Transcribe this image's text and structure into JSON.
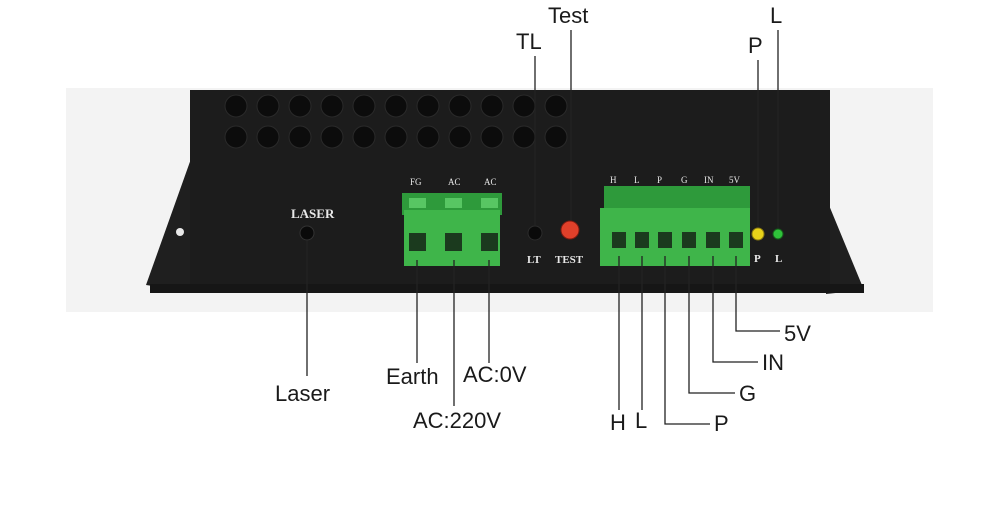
{
  "device": {
    "panel_labels": {
      "laser": "LASER",
      "lt": "LT",
      "test": "TEST",
      "p": "P",
      "l": "L",
      "power_terminals": [
        "FG",
        "AC",
        "AC"
      ],
      "signal_terminals": [
        "H",
        "L",
        "P",
        "G",
        "IN",
        "5V"
      ]
    },
    "led_colors": {
      "test_button": "#e0402a",
      "p_led": "#e8d21a",
      "l_led": "#2fc23a"
    },
    "terminal_color": "#3fb54a"
  },
  "callouts": {
    "test": "Test",
    "tl": "TL",
    "p_led": "P",
    "l_led": "L",
    "laser": "Laser",
    "earth": "Earth",
    "ac_220v": "AC:220V",
    "ac_0v": "AC:0V",
    "h": "H",
    "l": "L",
    "p": "P",
    "g": "G",
    "in": "IN",
    "v5": "5V"
  }
}
